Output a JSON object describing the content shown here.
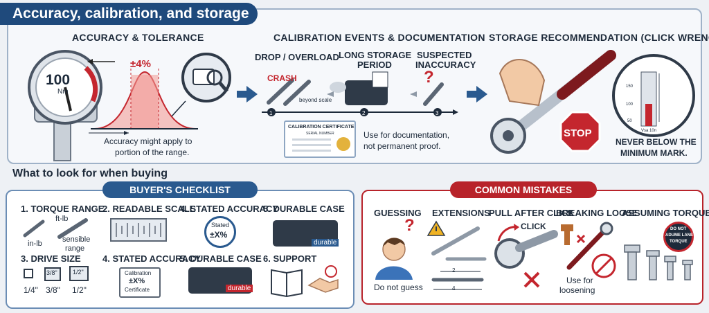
{
  "page_title": "Accuracy, calibration, and storage",
  "accuracy": {
    "heading": "ACCURACY & TOLERANCE",
    "gauge_value": "100",
    "gauge_unit": "Nm",
    "tolerance": "±4%",
    "note_line1": "Accuracy might apply to",
    "note_line2": "portion of the range."
  },
  "calibration": {
    "heading": "CALIBRATION EVENTS & DOCUMENTATION",
    "events": [
      {
        "label_line1": "DROP / OVERLOAD",
        "label_line2": "",
        "step": "1"
      },
      {
        "label_line1": "LONG STORAGE",
        "label_line2": "PERIOD",
        "step": "2"
      },
      {
        "label_line1": "SUSPECTED",
        "label_line2": "INACCURACY",
        "step": "3"
      }
    ],
    "crash_text": "CRASH",
    "beyond_scale_text": "beyond scale",
    "certificate_title": "CALIBRATION CERTIFICATE",
    "certificate_subtitle": "SERIAL NUMBER",
    "doc_note_line1": "Use for documentation,",
    "doc_note_line2": "not permanent proof."
  },
  "storage": {
    "heading": "STORAGE RECOMMENDATION (CLICK WRENCH)",
    "stop_text": "STOP",
    "note_line1": "NEVER BELOW THE",
    "note_line2": "MINIMUM MARK.",
    "scale_ticks": [
      "150",
      "100",
      "50"
    ],
    "scale_label": "Vsa 10n"
  },
  "buying_heading": "What to look for when buying",
  "checklist": {
    "title": "BUYER'S CHECKLIST",
    "items": {
      "torque_range": "1. TORQUE RANGE",
      "ftlb": "ft-lb",
      "inlb": "in-lb",
      "sensible_line1": "sensible",
      "sensible_line2": "range",
      "readable_scale": "2. READABLE SCALE",
      "stated_accuracy": "4. STATED ACCURACY",
      "stated_badge_line1": "Stated",
      "stated_badge_line2": "±X%",
      "durable_case": "5. DURABLE CASE",
      "durable_label": "durable",
      "drive_size": "3. DRIVE SIZE",
      "drives": [
        "1/4\"",
        "3/8\"",
        "1/2\""
      ],
      "stated_accuracy_2": "4. STATED ACCURACY",
      "calib_line1": "Calibration",
      "calib_line2": "±X%",
      "calib_line3": "Certificate",
      "durable_case_2": "5. DURABLE CASE",
      "durable_label_2": "durable",
      "support": "6. SUPPORT"
    }
  },
  "mistakes": {
    "title": "COMMON MISTAKES",
    "guessing": "GUESSING",
    "guessing_note": "Do not guess",
    "extensions": "EXTENSIONS",
    "ext_dims": [
      "2",
      "4"
    ],
    "pull_after_click": "PULL AFTER CLICK",
    "click_text": "CLICK",
    "breaking_loose": "BREAKING LOOSE",
    "breaking_note_line1": "Use for",
    "breaking_note_line2": "loosening",
    "assuming_torque": "ASSUMING TORQUE",
    "badge_line1": "DO NOT",
    "badge_line2": "ADUME LANE",
    "badge_line3": "TORQUE"
  },
  "colors": {
    "navy": "#1f4a7c",
    "accent_blue": "#2a5a8f",
    "warning_red": "#b8232a"
  }
}
